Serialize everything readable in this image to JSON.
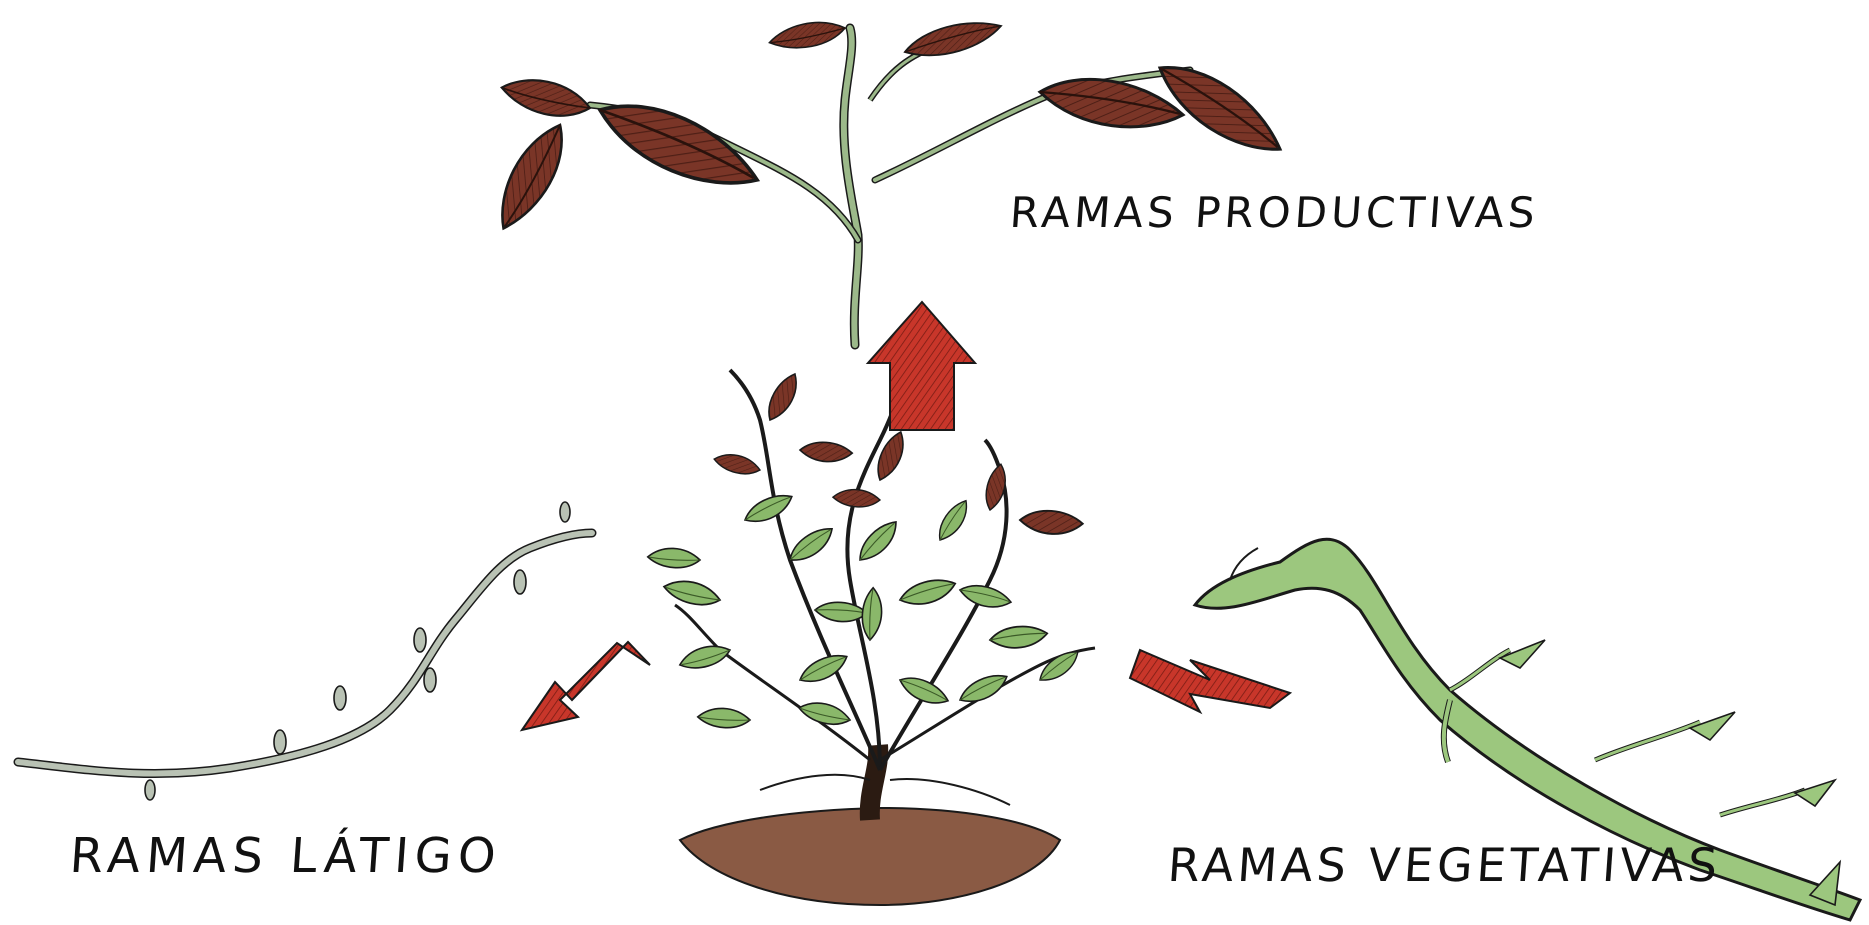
{
  "labels": {
    "productive": "RAMAS PRODUCTIVAS",
    "whip": "RAMAS LÁTIGO",
    "vegetative": "RAMAS VEGETATIVAS"
  },
  "colors": {
    "arrow": "#c8362a",
    "productive_leaf": "#7a3527",
    "vegetative_branch": "#9cc77e",
    "whip_branch": "#b9c2b4",
    "bush_leaf": "#8ab86a",
    "soil": "#8a5a44",
    "stroke": "#1a1a1a"
  }
}
